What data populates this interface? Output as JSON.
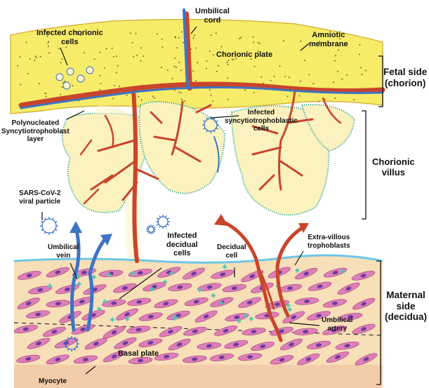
{
  "labels": {
    "umbilical_cord": "Umbilical\ncord",
    "infected_chorionic_cells": "Infected chorionic\ncells",
    "amniotic_membrane": "Amniotic\nmembrane",
    "chorionic_plate": "Chorionic plate",
    "fetal_side": "Fetal side\n(chorion)",
    "polynucleated_layer": "Polynucleated\nSyncytiotrophoblast\nlayer",
    "infected_syncytio": "Infected\nsyncytiotrophoblastic\ncells",
    "chorionic_villus": "Chorionic\nvillus",
    "sars_cov2": "SARS-CoV-2\nviral particle",
    "infected_decidual": "Infected\ndecidual\ncells",
    "decidual_cell": "Decidual\ncell",
    "extra_villous": "Extra-villous\ntrophoblasts",
    "umbilical_vein": "Umbilical\nvein",
    "maternal_side": "Maternal\nside\n(decidua)",
    "umbilical_artery": "Umbilical\nartery",
    "basal_plate": "Basal plate",
    "myocyte": "Myocyte"
  },
  "colors": {
    "chorionic_plate": "#f6ec6a",
    "vessel_red": "#c9452a",
    "vessel_blue": "#3d74c4",
    "decidua": "#f7dfb8",
    "cell_pink": "#dd7fb5",
    "nucleus": "#6a3aa2",
    "villus_fill": "#fbf2c0",
    "teal_dots": "#169a8c",
    "infected_teal": "#4fc7b3"
  }
}
